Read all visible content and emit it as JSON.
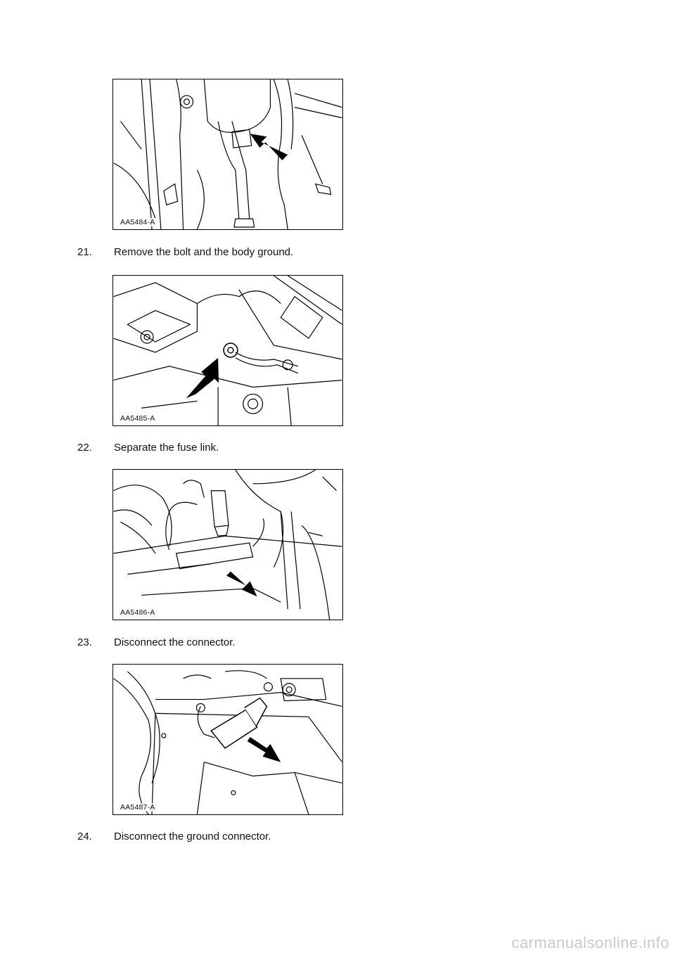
{
  "figures": [
    {
      "id": "AA5484-A"
    },
    {
      "id": "AA5485-A"
    },
    {
      "id": "AA5486-A"
    },
    {
      "id": "AA5487-A"
    }
  ],
  "steps": [
    {
      "number": "21.",
      "text": "Remove the bolt and the body ground."
    },
    {
      "number": "22.",
      "text": "Separate the fuse link."
    },
    {
      "number": "23.",
      "text": "Disconnect the connector."
    },
    {
      "number": "24.",
      "text": "Disconnect the ground connector."
    }
  ],
  "watermark": "carmanualsonline.info",
  "colors": {
    "line_art": "#000000",
    "arrow": "#000000",
    "watermark": "#c9c9c9"
  }
}
